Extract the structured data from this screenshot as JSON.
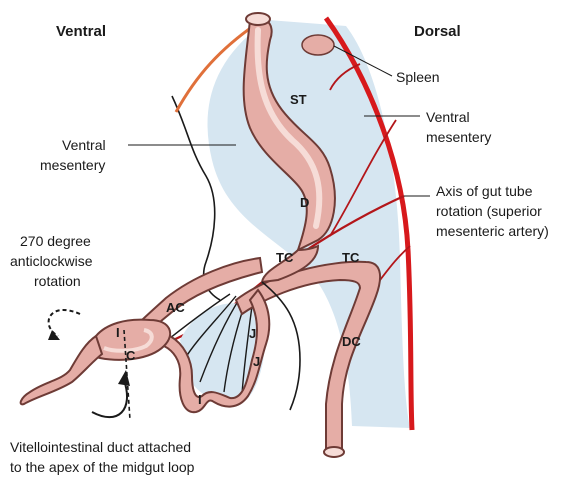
{
  "headers": {
    "ventral": "Ventral",
    "dorsal": "Dorsal"
  },
  "labels": {
    "spleen": "Spleen",
    "ventral_mesentery_right_1": "Ventral",
    "ventral_mesentery_right_2": "mesentery",
    "ventral_mesentery_left_1": "Ventral",
    "ventral_mesentery_left_2": "mesentery",
    "axis_1": "Axis of gut tube",
    "axis_2": "rotation (superior",
    "axis_3": "mesenteric artery)",
    "rotation_1": "270 degree",
    "rotation_2": "anticlockwise",
    "rotation_3": "rotation",
    "vitello_1": "Vitellointestinal duct attached",
    "vitello_2": "to the apex of the midgut loop"
  },
  "abbreviations": {
    "stomach": "ST",
    "duodenum": "D",
    "transverse_colon_1": "TC",
    "transverse_colon_2": "TC",
    "ascending_colon": "AC",
    "descending_colon": "DC",
    "jejunum_1": "J",
    "jejunum_2": "J",
    "ileum_1": "I",
    "ileum_2": "I",
    "cecum": "C"
  },
  "colors": {
    "mesentery": "#d6e6f1",
    "gut_fill": "#e5ada6",
    "gut_outline": "#6e3b36",
    "gut_highlight": "#f6dcd7",
    "artery": "#d7191c",
    "orange_edge": "#e0703a"
  }
}
